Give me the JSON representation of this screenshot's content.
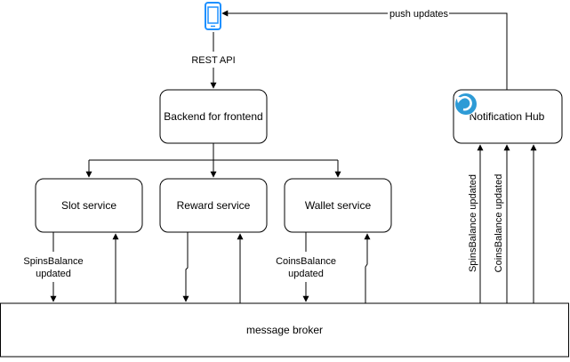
{
  "colors": {
    "stroke": "#000000",
    "fill": "#ffffff",
    "phone_icon": "#1E90FF",
    "hub_icon": "#2E9BD6"
  },
  "icons": {
    "client": "mobile-phone-icon",
    "hub": "refresh-arrow-icon"
  },
  "nodes": {
    "bff": "Backend for frontend",
    "slot": "Slot service",
    "reward": "Reward service",
    "wallet": "Wallet service",
    "hub": "Notification Hub",
    "broker": "message broker"
  },
  "edge_labels": {
    "rest_api": "REST API",
    "push_updates": "push updates",
    "spins_line1": "SpinsBalance",
    "spins_line2": "updated",
    "coins_line1": "CoinsBalance",
    "coins_line2": "updated",
    "hub_spins": "SpinsBalance updated",
    "hub_coins": "CoinsBalance updated"
  }
}
